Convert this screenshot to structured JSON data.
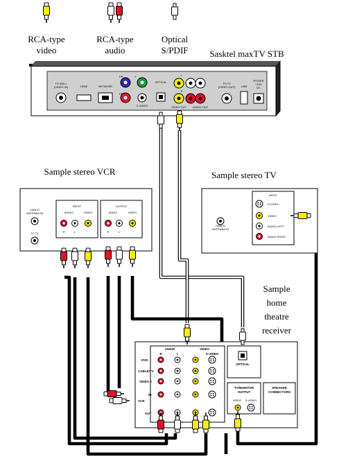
{
  "legend": {
    "video": [
      "RCA-type",
      "video"
    ],
    "audio": [
      "RCA-type",
      "audio"
    ],
    "optical": [
      "Optical",
      "S/PDIF"
    ]
  },
  "stb": {
    "title": "Sasktel maxTV STB",
    "labels": {
      "to_wall": [
        "TO WALL",
        "(VIDEO IN)"
      ],
      "hdmi": "HDMI",
      "network": "NETWORK",
      "optical": "OPTICAL",
      "svideo": "S-VIDEO",
      "video_out": "VIDEO OUT",
      "audio_out": "AUDIO OUT",
      "to_tv": [
        "TO TV",
        "(VIDEO OUT)"
      ],
      "usb": "USB",
      "power": [
        "POWER",
        "+12V",
        "DC"
      ],
      "pr": "PR",
      "pb": "PB",
      "y": "Y",
      "l": "L",
      "r": "R"
    }
  },
  "vcr": {
    "title": "Sample stereo VCR",
    "cable_antenna": [
      "CABLE/",
      "ANTENNA IN"
    ],
    "to_tv": "TO TV",
    "input": "INPUT",
    "output": "OUTPUT",
    "audio": "AUDIO",
    "video": "VIDEO",
    "r": "R",
    "l": "L"
  },
  "tv": {
    "title": "Sample stereo TV",
    "cable_antenna": [
      "CABLE/",
      "ANTENNA IN"
    ],
    "input": "INPUT",
    "svideo": "S-VIDEO",
    "video": "VIDEO",
    "audio_left": "AUDIO LEFT",
    "audio_right": "AUDIO RIGHT"
  },
  "receiver": {
    "title": [
      "Sample",
      "home",
      "theatre",
      "receiver"
    ],
    "audio": "AUDIO",
    "video": "VIDEO",
    "r": "R",
    "l": "L",
    "svideo": "S-VIDEO",
    "rows": [
      "DVD",
      "CABLE/TV",
      "VIDEO 2",
      "IN",
      "VCR",
      "OUT"
    ],
    "optical": "OPTICAL",
    "tv_monitor": [
      "TV/MONITOR",
      "OUTPUT"
    ],
    "video_label": "VIDEO",
    "svideo_out": "S-VIDEO",
    "speaker": [
      "SPEAKER",
      "CONNECTORS"
    ]
  },
  "colors": {
    "video": "#f4ec12",
    "audio_left": "#ffffff",
    "audio_right": "#e3112a",
    "pr": "#d61a2a",
    "pb": "#2a2ab4",
    "y": "#1f9a3c",
    "cable": "#000000"
  }
}
